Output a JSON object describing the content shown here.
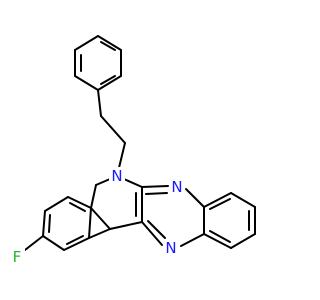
{
  "molecule": {
    "atom_labels": {
      "n_indole": "N",
      "n_pyrazine_top": "N",
      "n_pyrazine_bottom": "N",
      "fluorine": "F"
    },
    "colors": {
      "nitrogen": "#1a1aff",
      "fluorine": "#2db22d",
      "bond": "#000000",
      "background": "#ffffff"
    }
  }
}
